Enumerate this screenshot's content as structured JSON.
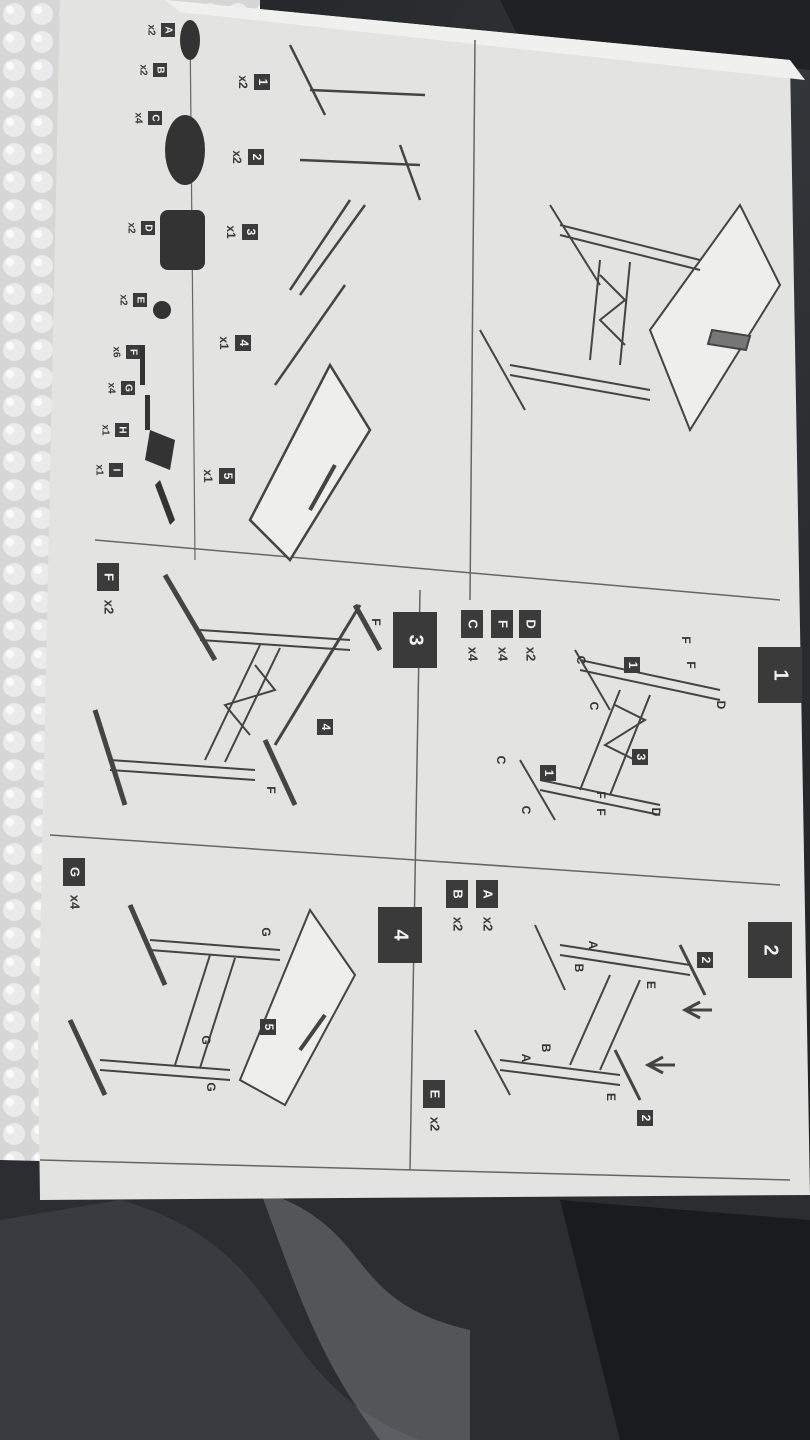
{
  "colors": {
    "paper": "#e4e4e2",
    "ink": "#3a3a3a",
    "label_bg": "#3b3b3b",
    "label_fg": "#f2f2f2",
    "bubble_wrap": "#d9d9d9",
    "background_dark": "#2a2c2f"
  },
  "parts_list": [
    {
      "num": "1",
      "qty": "x2"
    },
    {
      "num": "2",
      "qty": "x2"
    },
    {
      "num": "3",
      "qty": "x1"
    },
    {
      "num": "4",
      "qty": "x1"
    },
    {
      "num": "5",
      "qty": "x1"
    }
  ],
  "hardware_list": [
    {
      "letter": "A",
      "qty": "x2"
    },
    {
      "letter": "B",
      "qty": "x2"
    },
    {
      "letter": "C",
      "qty": "x4"
    },
    {
      "letter": "D",
      "qty": "x2"
    },
    {
      "letter": "E",
      "qty": "x2"
    },
    {
      "letter": "F",
      "qty": "x6"
    },
    {
      "letter": "G",
      "qty": "x4"
    },
    {
      "letter": "H",
      "qty": "x1"
    },
    {
      "letter": "I",
      "qty": "x1"
    }
  ],
  "steps": [
    {
      "number": "1",
      "hardware": [
        {
          "letter": "D",
          "qty": "x2"
        },
        {
          "letter": "F",
          "qty": "x4"
        },
        {
          "letter": "C",
          "qty": "x4"
        }
      ],
      "callouts": [
        "D",
        "D",
        "F",
        "F",
        "F",
        "F",
        "C",
        "C",
        "C",
        "C"
      ],
      "part_labels": [
        "1",
        "1",
        "3"
      ]
    },
    {
      "number": "2",
      "hardware": [
        {
          "letter": "A",
          "qty": "x2"
        },
        {
          "letter": "B",
          "qty": "x2"
        },
        {
          "letter": "E",
          "qty": "x2"
        }
      ],
      "callouts": [
        "A",
        "A",
        "B",
        "B",
        "E",
        "E"
      ],
      "part_labels": [
        "2",
        "2"
      ]
    },
    {
      "number": "3",
      "hardware": [
        {
          "letter": "F",
          "qty": "x2"
        }
      ],
      "callouts": [
        "F",
        "F"
      ],
      "part_labels": [
        "4"
      ]
    },
    {
      "number": "4",
      "hardware": [
        {
          "letter": "G",
          "qty": "x4"
        }
      ],
      "callouts": [
        "G",
        "G",
        "G"
      ],
      "part_labels": [
        "5"
      ]
    }
  ]
}
